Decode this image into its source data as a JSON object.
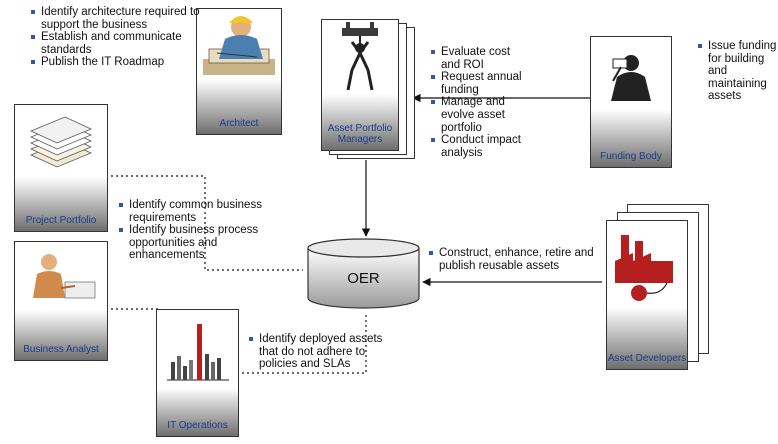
{
  "architect": {
    "label": "Architect",
    "bullets": [
      "Identify architecture required to support the business",
      "Establish and communicate standards",
      "Publish the IT Roadmap"
    ]
  },
  "asset_portfolio_managers": {
    "label": "Asset Portfolio Managers",
    "bullets": [
      "Evaluate cost and ROI",
      "Request annual funding",
      "Manage and evolve asset portfolio",
      "Conduct impact analysis"
    ]
  },
  "funding_body": {
    "label": "Funding Body",
    "bullets": [
      "Issue funding for building and maintaining assets"
    ]
  },
  "project_portfolio": {
    "label": "Project Portfolio"
  },
  "business_analyst": {
    "label": "Business Analyst",
    "bullets": [
      "Identify common business requirements",
      "Identify business process opportunities and enhancements"
    ]
  },
  "oer": {
    "label": "OER"
  },
  "asset_developers": {
    "label": "Asset Developers",
    "bullets": [
      "Construct, enhance, retire and publish reusable assets"
    ]
  },
  "it_operations": {
    "label": "IT Operations",
    "bullets": [
      "Identify deployed assets that do not adhere to policies and SLAs"
    ]
  }
}
